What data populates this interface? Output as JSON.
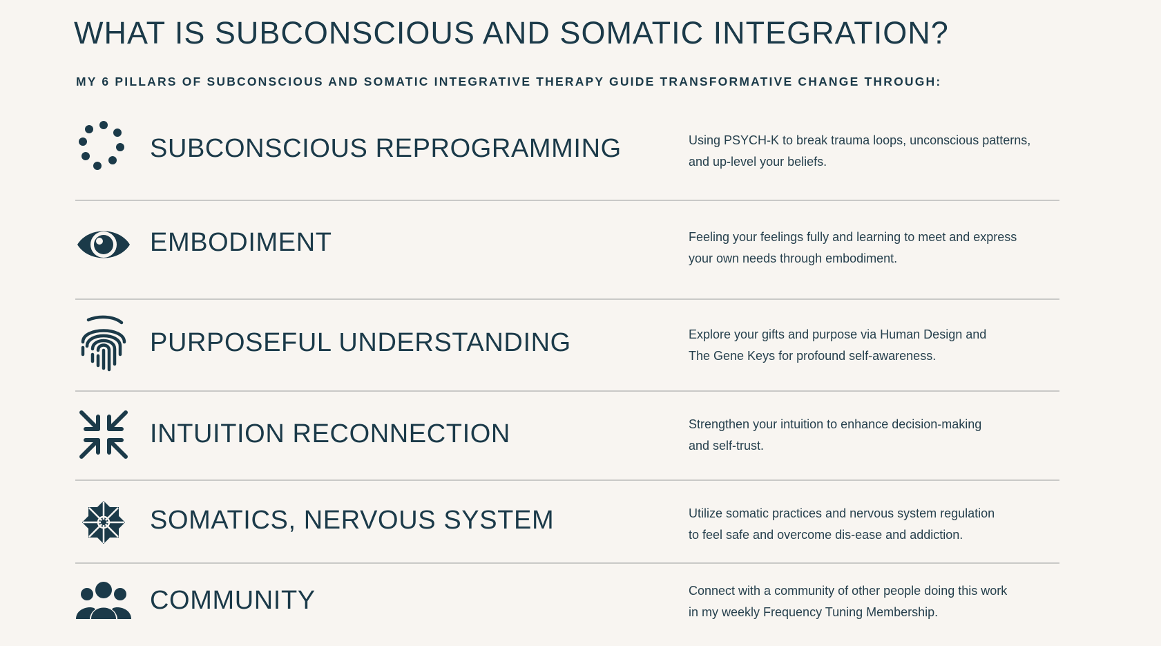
{
  "page": {
    "title": "WHAT IS SUBCONSCIOUS AND SOMATIC INTEGRATION?",
    "subtitle": "MY 6 PILLARS OF SUBCONSCIOUS AND SOMATIC INTEGRATIVE THERAPY GUIDE TRANSFORMATIVE CHANGE THROUGH:"
  },
  "colors": {
    "background": "#f8f5f1",
    "text": "#1b3a49",
    "icon": "#1b3a49",
    "divider": "#c9c9c7"
  },
  "pillars": [
    {
      "icon": "dots-circle-icon",
      "heading": "SUBCONSCIOUS REPROGRAMMING",
      "desc_line1": "Using PSYCH-K to break trauma loops, unconscious patterns,",
      "desc_line2": "and up-level your beliefs."
    },
    {
      "icon": "eye-icon",
      "heading": "EMBODIMENT",
      "desc_line1": "Feeling your feelings fully and learning to meet and express",
      "desc_line2": "your own needs through embodiment."
    },
    {
      "icon": "fingerprint-icon",
      "heading": "PURPOSEFUL UNDERSTANDING",
      "desc_line1": "Explore your gifts and purpose via Human Design and",
      "desc_line2": "The Gene Keys for profound self-awareness."
    },
    {
      "icon": "converge-arrows-icon",
      "heading": "INTUITION RECONNECTION",
      "desc_line1": "Strengthen your intuition to enhance decision-making",
      "desc_line2": "and self-trust."
    },
    {
      "icon": "star-mandala-icon",
      "heading": "SOMATICS, NERVOUS SYSTEM",
      "desc_line1": "Utilize somatic practices and nervous system regulation",
      "desc_line2": "to feel safe and overcome dis-ease and addiction."
    },
    {
      "icon": "people-group-icon",
      "heading": "COMMUNITY",
      "desc_line1": "Connect with a community of other people doing this work",
      "desc_line2": "in my weekly Frequency Tuning Membership."
    }
  ]
}
